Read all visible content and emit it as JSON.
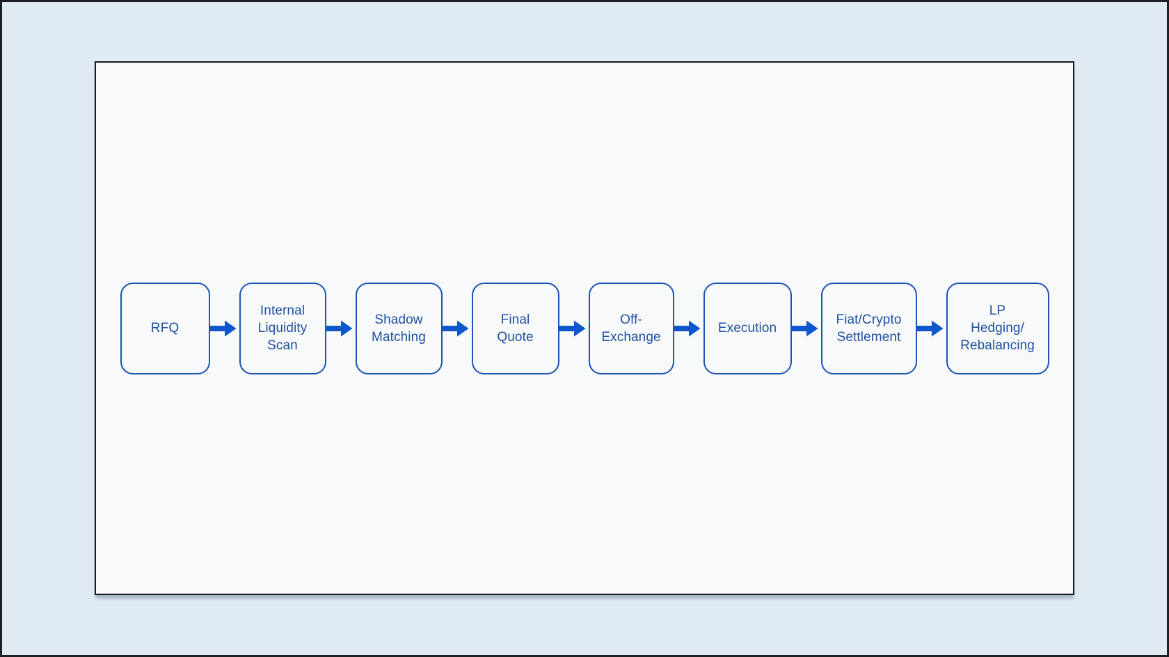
{
  "diagram": {
    "type": "flowchart",
    "direction": "left-to-right",
    "connector": "solid-right-arrow",
    "nodes": [
      {
        "id": "rfq",
        "label": "RFQ"
      },
      {
        "id": "internal-liquidity-scan",
        "label": "Internal\nLiquidity\nScan"
      },
      {
        "id": "shadow-matching",
        "label": "Shadow\nMatching"
      },
      {
        "id": "final-quote",
        "label": "Final\nQuote"
      },
      {
        "id": "off-exchange",
        "label": "Off-\nExchange"
      },
      {
        "id": "execution",
        "label": "Execution"
      },
      {
        "id": "fiat-crypto-settlement",
        "label": "Fiat/Crypto\nSettlement"
      },
      {
        "id": "lp-hedging-rebalancing",
        "label": "LP\nHedging/\nRebalancing"
      }
    ]
  },
  "colors": {
    "page_bg": "#e0eaf3",
    "panel_bg": "#f7f9fa",
    "panel_border": "#15181c",
    "frame_border": "#1c2025",
    "node_border": "#1d52b4",
    "node_text": "#21509f",
    "arrow": "#0e56cd"
  }
}
